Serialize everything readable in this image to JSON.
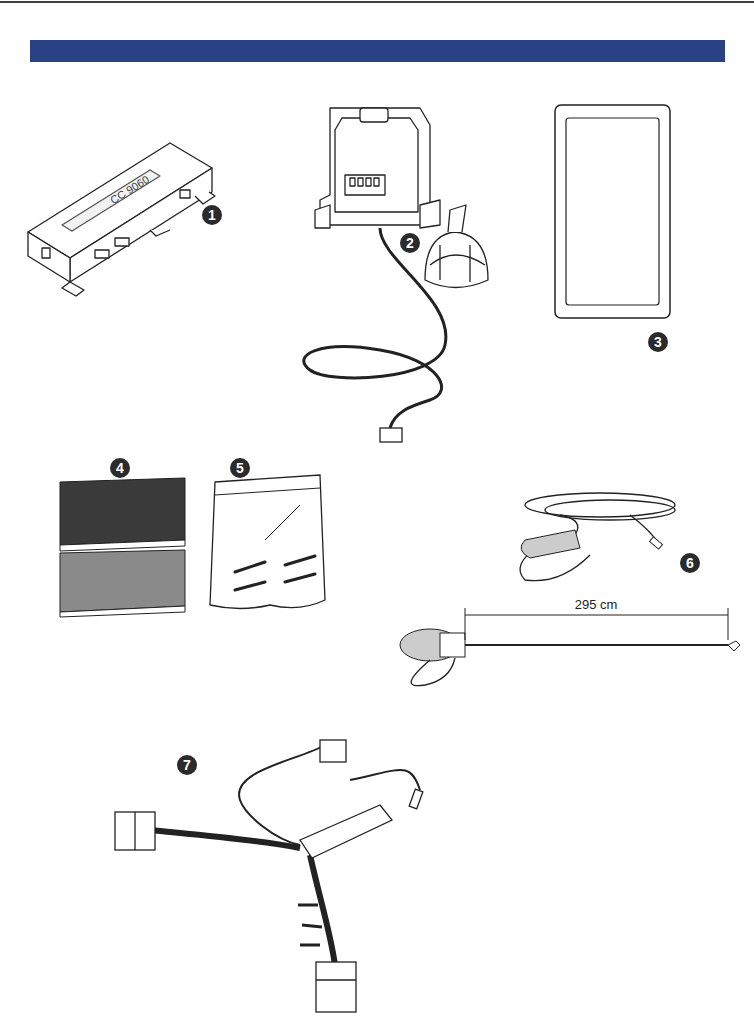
{
  "diagram": {
    "labels": [
      "1",
      "2",
      "3",
      "4",
      "5",
      "6",
      "7",
      "295 cm",
      "CC 9060"
    ]
  }
}
